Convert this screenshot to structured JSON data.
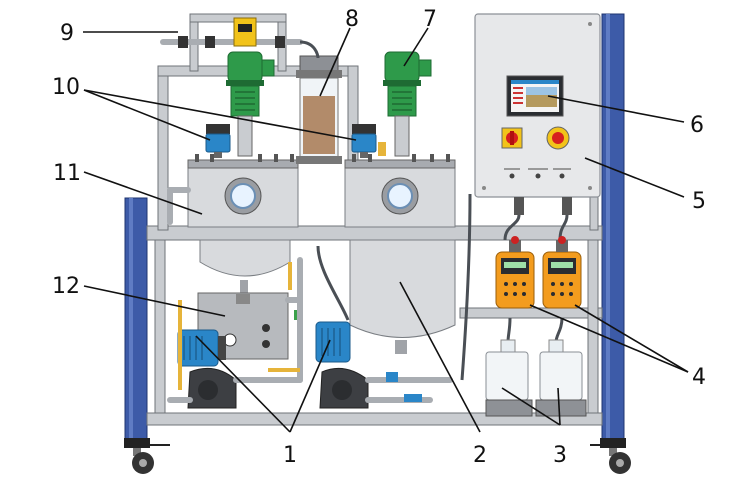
{
  "callouts": [
    {
      "id": "label-1",
      "text": "1"
    },
    {
      "id": "label-2",
      "text": "2"
    },
    {
      "id": "label-3",
      "text": "3"
    },
    {
      "id": "label-4",
      "text": "4"
    },
    {
      "id": "label-5",
      "text": "5"
    },
    {
      "id": "label-6",
      "text": "6"
    },
    {
      "id": "label-7",
      "text": "7"
    },
    {
      "id": "label-8",
      "text": "8"
    },
    {
      "id": "label-9",
      "text": "9"
    },
    {
      "id": "label-10",
      "text": "10"
    },
    {
      "id": "label-11",
      "text": "11"
    },
    {
      "id": "label-12",
      "text": "12"
    }
  ],
  "colors": {
    "frame_blue": "#3d5ba8",
    "motor_green": "#2e9a4a",
    "pump_motor_blue": "#2a86c8",
    "dosing_pump_orange": "#f39c1e",
    "cabinet_grey": "#e7e8ea",
    "steel": "#c9ccd0",
    "estop_red": "#d6201f",
    "estop_yellow": "#f2c31a"
  }
}
